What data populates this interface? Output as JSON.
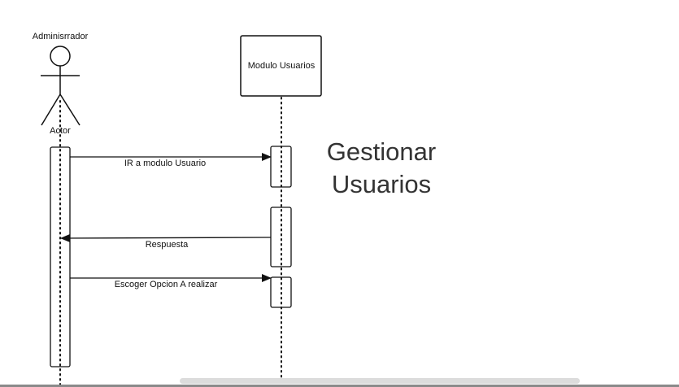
{
  "actor": {
    "name": "Adminisrrador",
    "stereotype": "Actor"
  },
  "module": {
    "label": "Modulo Usuarios"
  },
  "messages": {
    "m1": "IR  a modulo  Usuario",
    "m2": "Respuesta",
    "m3": "Escoger Opcion A realizar"
  },
  "title": {
    "line1": "Gestionar",
    "line2": "Usuarios"
  }
}
